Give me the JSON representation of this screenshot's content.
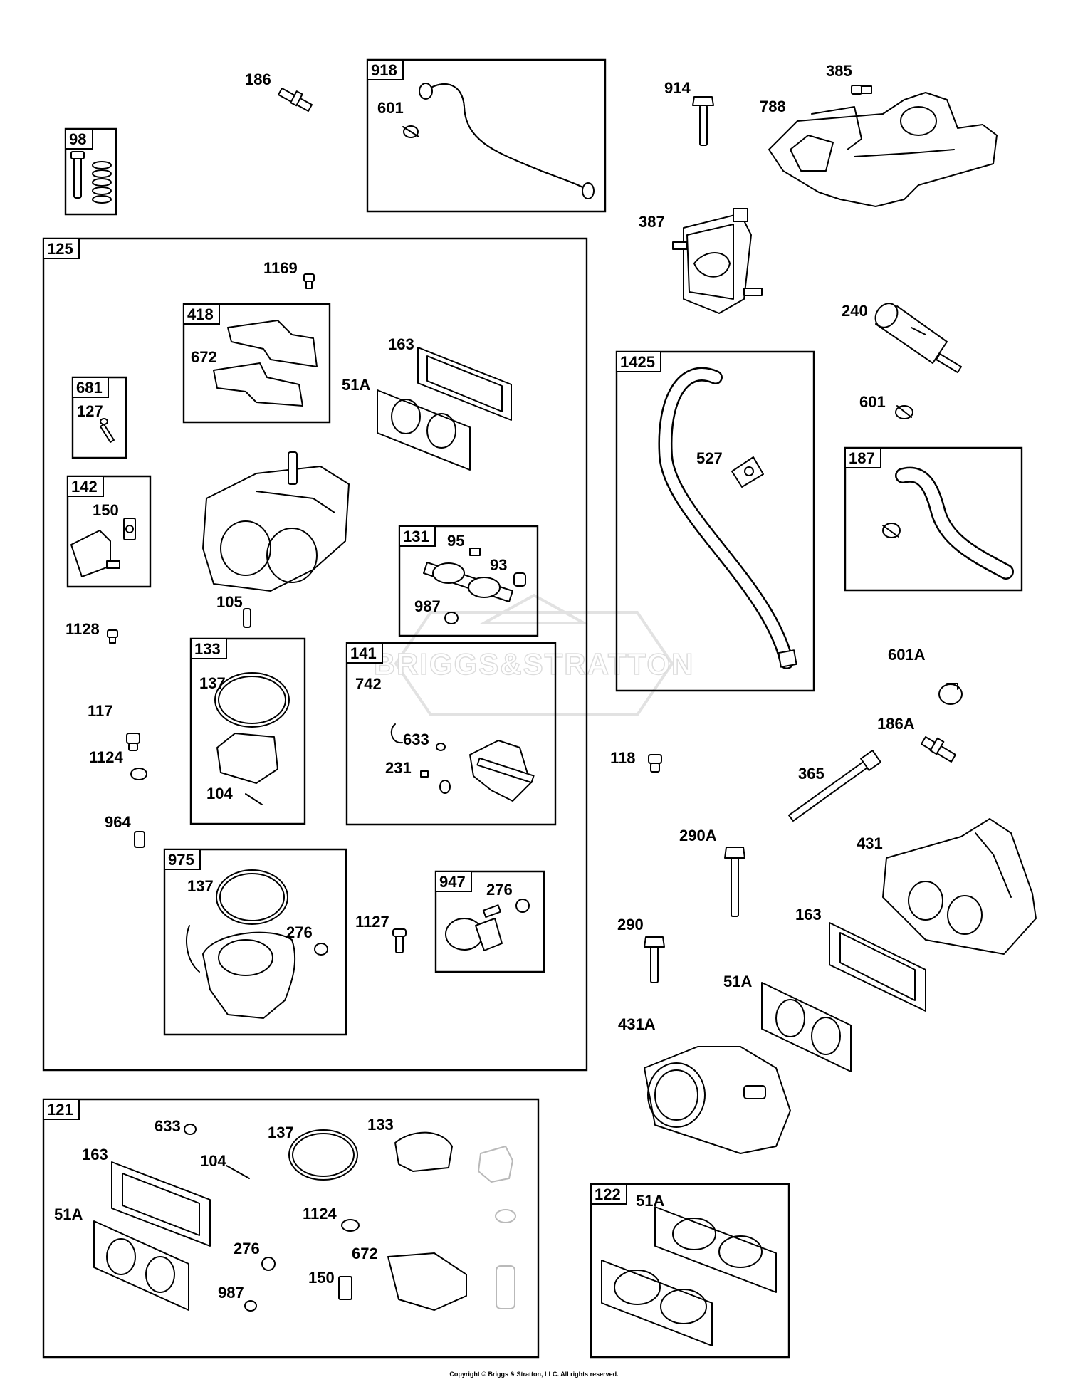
{
  "watermark": {
    "text": "BRIGGS&STRATTON"
  },
  "copyright": "Copyright © Briggs & Stratton, LLC. All rights reserved.",
  "groups": {
    "g98": "98",
    "g918": "918",
    "g125": "125",
    "g418": "418",
    "g681": "681",
    "g142": "142",
    "g131": "131",
    "g133": "133",
    "g141": "141",
    "g975": "975",
    "g947": "947",
    "g1425": "1425",
    "g187": "187",
    "g121": "121",
    "g122": "122"
  },
  "labels": {
    "p186": "186",
    "p601": "601",
    "p914": "914",
    "p385": "385",
    "p788": "788",
    "p387": "387",
    "p240": "240",
    "p601b": "601",
    "p527": "527",
    "p601A": "601A",
    "p186A": "186A",
    "p118": "118",
    "p365": "365",
    "p290A": "290A",
    "p431": "431",
    "p290": "290",
    "p163r": "163",
    "p51Ar": "51A",
    "p431A": "431A",
    "p51A122": "51A",
    "p1169": "1169",
    "p672": "672",
    "p163": "163",
    "p51A": "51A",
    "p127": "127",
    "p150": "150",
    "p95": "95",
    "p93": "93",
    "p987": "987",
    "p105": "105",
    "p1128": "1128",
    "p137": "137",
    "p104": "104",
    "p742": "742",
    "p633": "633",
    "p231": "231",
    "p117": "117",
    "p1124": "1124",
    "p964": "964",
    "p137b": "137",
    "p276": "276",
    "p1127": "1127",
    "p276b": "276",
    "k633": "633",
    "k163": "163",
    "k104": "104",
    "k137": "137",
    "k133": "133",
    "k51A": "51A",
    "k1124": "1124",
    "k276": "276",
    "k150": "150",
    "k672": "672",
    "k987": "987"
  }
}
